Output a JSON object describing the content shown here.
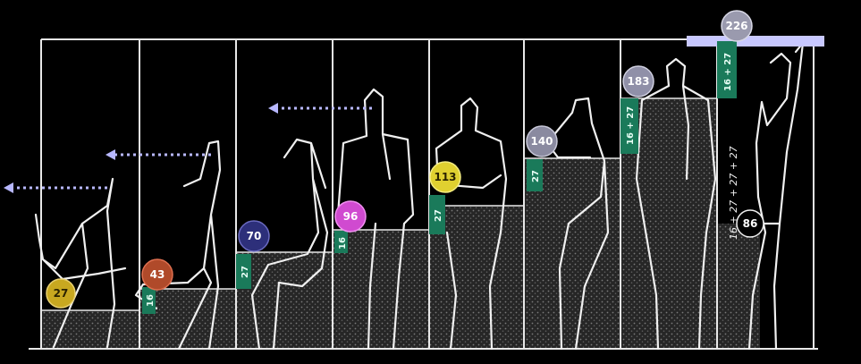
{
  "height_markers": [
    {
      "value": "27",
      "color": "#c8a820",
      "text_color": "#2a2200"
    },
    {
      "value": "43",
      "color": "#b04a2a",
      "text_color": "#ffffff"
    },
    {
      "value": "70",
      "color": "#2d2f7a",
      "text_color": "#ffffff"
    },
    {
      "value": "86",
      "color": "#000000",
      "text_color": "#ffffff"
    },
    {
      "value": "96",
      "color": "#d04ad0",
      "text_color": "#ffffff"
    },
    {
      "value": "113",
      "color": "#e0d030",
      "text_color": "#2a2200"
    },
    {
      "value": "140",
      "color": "#8a8aa0",
      "text_color": "#ffffff"
    },
    {
      "value": "183",
      "color": "#9090a8",
      "text_color": "#ffffff"
    },
    {
      "value": "226",
      "color": "#9a9aae",
      "text_color": "#ffffff"
    }
  ],
  "increment_tags": [
    "16",
    "27",
    "16",
    "27",
    "27",
    "16 + 27",
    "16 + 27"
  ],
  "handwritten_formula": "16 + 27 + 27 + 27",
  "colors": {
    "background": "#000000",
    "line": "#e8e8e8",
    "tag": "#1a7a5a",
    "arrow": "#b8b8ff",
    "top_bar": "#c8c8ff"
  }
}
